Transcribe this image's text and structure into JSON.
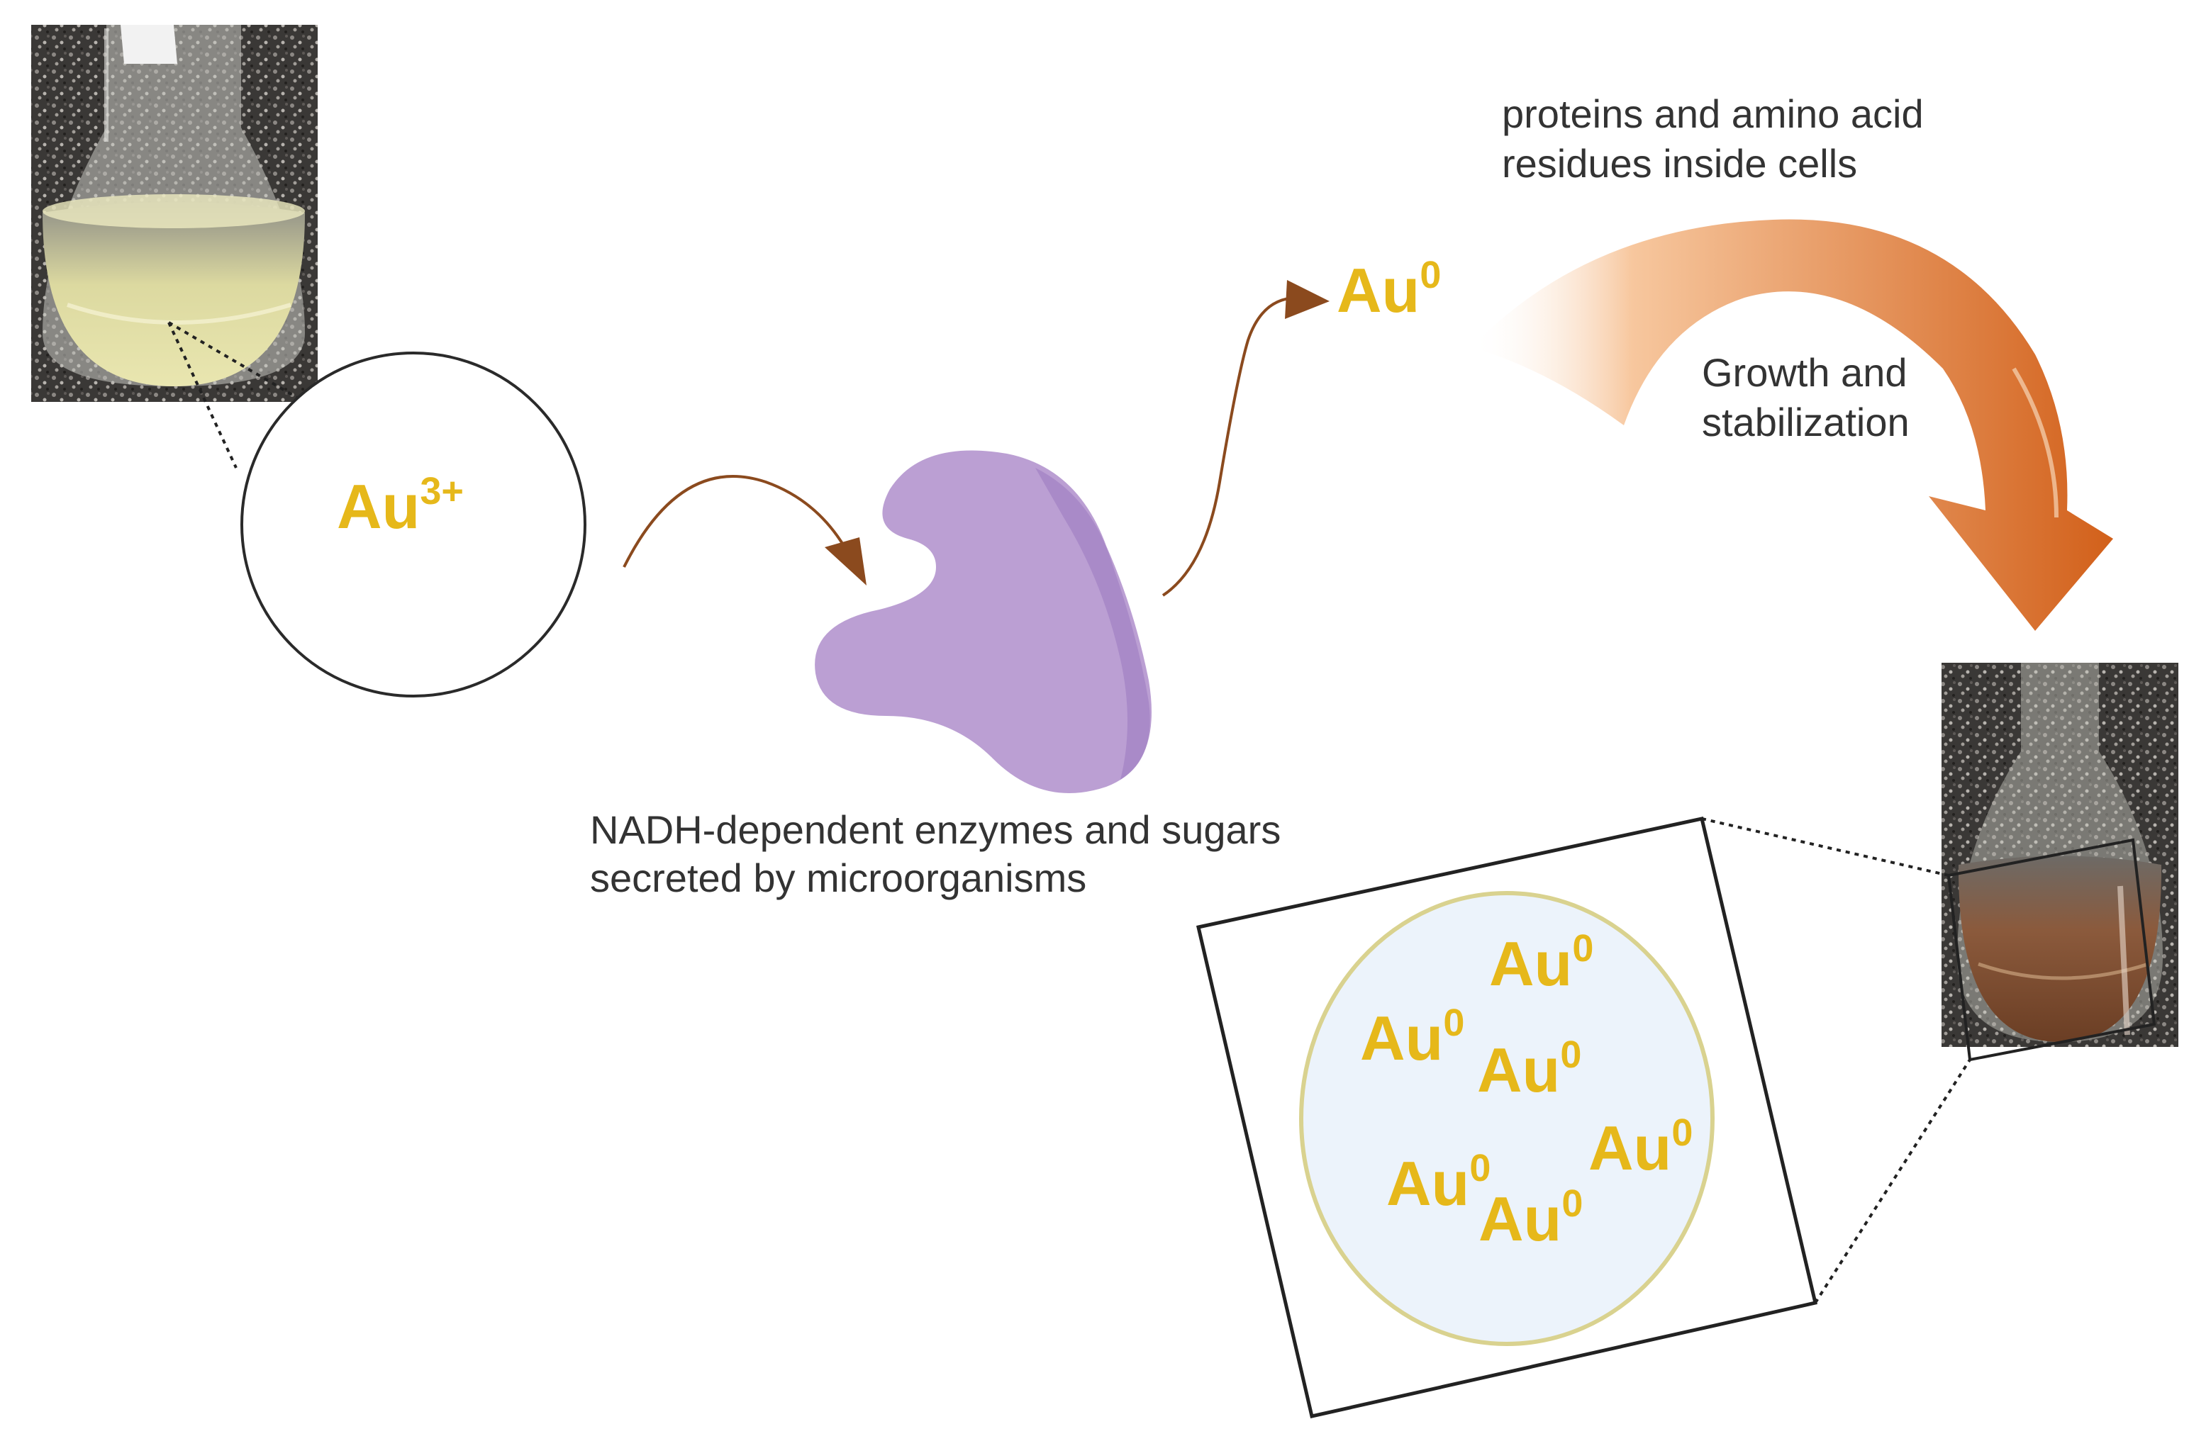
{
  "colors": {
    "gold": "#E6B81A",
    "enzyme": "#BB9FD3",
    "enzyme_shadow": "#A585C6",
    "brown_arrow": "#8B4A1E",
    "orange_arrow": "#D96A1E",
    "orange_arrow_light": "#F4B07A",
    "solution_yellow": "#E6E3A6",
    "solution_brown": "#7A4A2E",
    "inner_circle_fill": "#ECF3FB",
    "inner_circle_stroke": "#D9D28F"
  },
  "photos": {
    "initial_flask": "photo of flask with pale yellow solution",
    "final_flask": "photo of flask with brown solution"
  },
  "gold_ions": {
    "base": "Au",
    "charge": "3+"
  },
  "gold_atom": {
    "base": "Au",
    "charge": "0"
  },
  "labels": {
    "enzyme_line1": "NADH-dependent enzymes and sugars",
    "enzyme_line2": "secreted by microorganisms",
    "proteins_line1": "proteins and amino acid",
    "proteins_line2": "residues inside cells",
    "growth_line1": "Growth and",
    "growth_line2": "stabilization"
  },
  "nanoparticles": [
    {
      "base": "Au",
      "charge": "0"
    },
    {
      "base": "Au",
      "charge": "0"
    },
    {
      "base": "Au",
      "charge": "0"
    },
    {
      "base": "Au",
      "charge": "0"
    },
    {
      "base": "Au",
      "charge": "0"
    },
    {
      "base": "Au",
      "charge": "0"
    }
  ],
  "icons": {
    "enzyme": "enzyme-icon",
    "reduction_arrow": "curved-arrow-icon",
    "growth_arrow": "bent-arrow-icon"
  }
}
